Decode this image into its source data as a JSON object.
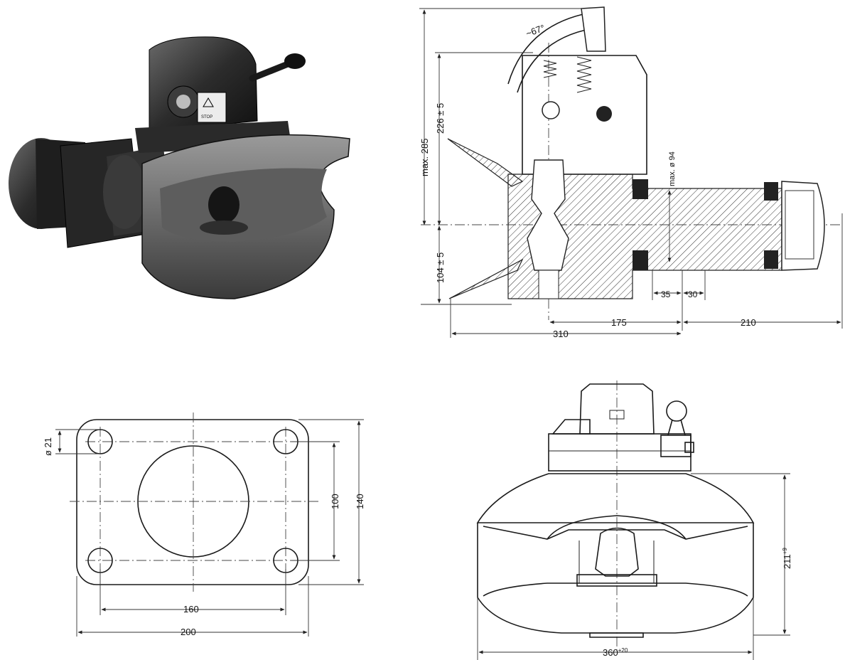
{
  "colors": {
    "ink": "#1a1a1a",
    "background": "#ffffff",
    "product_dark": "#2a2a2a"
  },
  "views": {
    "photo": {
      "label_text": "STOP"
    },
    "section": {
      "angle": "~67°",
      "max_height": "max. 285",
      "height_226": "226 ± 5",
      "height_104": "104 ± 5",
      "diameter": "max. ø 94",
      "dim_35": "35",
      "dim_30": "30",
      "dim_175": "175",
      "dim_210": "210",
      "dim_310": "310"
    },
    "flange": {
      "hole_diameter": "ø 21",
      "dim_100": "100",
      "dim_140": "140",
      "dim_160": "160",
      "dim_200": "200"
    },
    "front": {
      "height": "211",
      "height_tol": "+9",
      "width": "360",
      "width_tol": "+20"
    }
  }
}
